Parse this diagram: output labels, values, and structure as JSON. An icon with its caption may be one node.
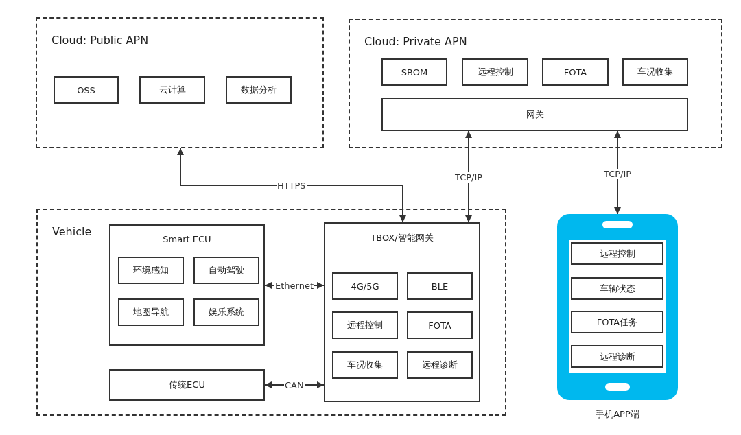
{
  "diagram": {
    "nodes": [
      {
        "text": [
          "Cloud: Public APN"
        ]
      },
      {
        "text": [
          "OSS"
        ],
        "in": 0
      },
      {
        "text": [
          "云计算"
        ],
        "in": 0
      },
      {
        "text": [
          "数据分析"
        ],
        "in": 0
      },
      {
        "text": [
          "Cloud: Private APN"
        ]
      },
      {
        "text": [
          "SBOM"
        ],
        "in": 4
      },
      {
        "text": [
          "远程控制"
        ],
        "in": 4
      },
      {
        "text": [
          "FOTA"
        ],
        "in": 4
      },
      {
        "text": [
          "车况收集"
        ],
        "in": 4
      },
      {
        "text": [
          "网关"
        ],
        "in": 4
      },
      {
        "text": [
          "Vehicle"
        ]
      },
      {
        "text": [
          "Smart ECU"
        ],
        "in": 10
      },
      {
        "text": [
          "环境感知"
        ],
        "in": 11
      },
      {
        "text": [
          "自动驾驶"
        ],
        "in": 11
      },
      {
        "text": [
          "地图导航"
        ],
        "in": 11
      },
      {
        "text": [
          "娱乐系统"
        ],
        "in": 11
      },
      {
        "text": [
          "传统ECU"
        ],
        "in": 10
      },
      {
        "text": [
          "TBOX/智能网关"
        ],
        "in": 10
      },
      {
        "text": [
          "4G/5G"
        ],
        "in": 17
      },
      {
        "text": [
          "BLE"
        ],
        "in": 17
      },
      {
        "text": [
          "远程控制"
        ],
        "in": 17
      },
      {
        "text": [
          "FOTA"
        ],
        "in": 17
      },
      {
        "text": [
          "车况收集"
        ],
        "in": 17
      },
      {
        "text": [
          "远程诊断"
        ],
        "in": 17
      },
      {
        "text": [],
        "shape": "picture",
        "beside": [
          "手机APP端"
        ]
      },
      {
        "text": [
          "远程控制"
        ],
        "in": 24
      },
      {
        "text": [
          "车辆状态"
        ],
        "in": 24
      },
      {
        "text": [
          "FOTA任务"
        ],
        "in": 24
      },
      {
        "text": [
          "远程诊断"
        ],
        "in": 24
      }
    ],
    "edges": [
      {
        "from": 17,
        "to": 0,
        "arrow": "both",
        "label": "HTTPS"
      },
      {
        "from": 17,
        "to": 9,
        "arrow": "both",
        "label": "TCP/IP"
      },
      {
        "from": 24,
        "to": 9,
        "arrow": "both",
        "label": "TCP/IP"
      },
      {
        "from": 11,
        "to": 17,
        "arrow": "both",
        "label": "Ethernet"
      },
      {
        "from": 16,
        "to": 17,
        "arrow": "both",
        "label": "CAN"
      }
    ]
  }
}
